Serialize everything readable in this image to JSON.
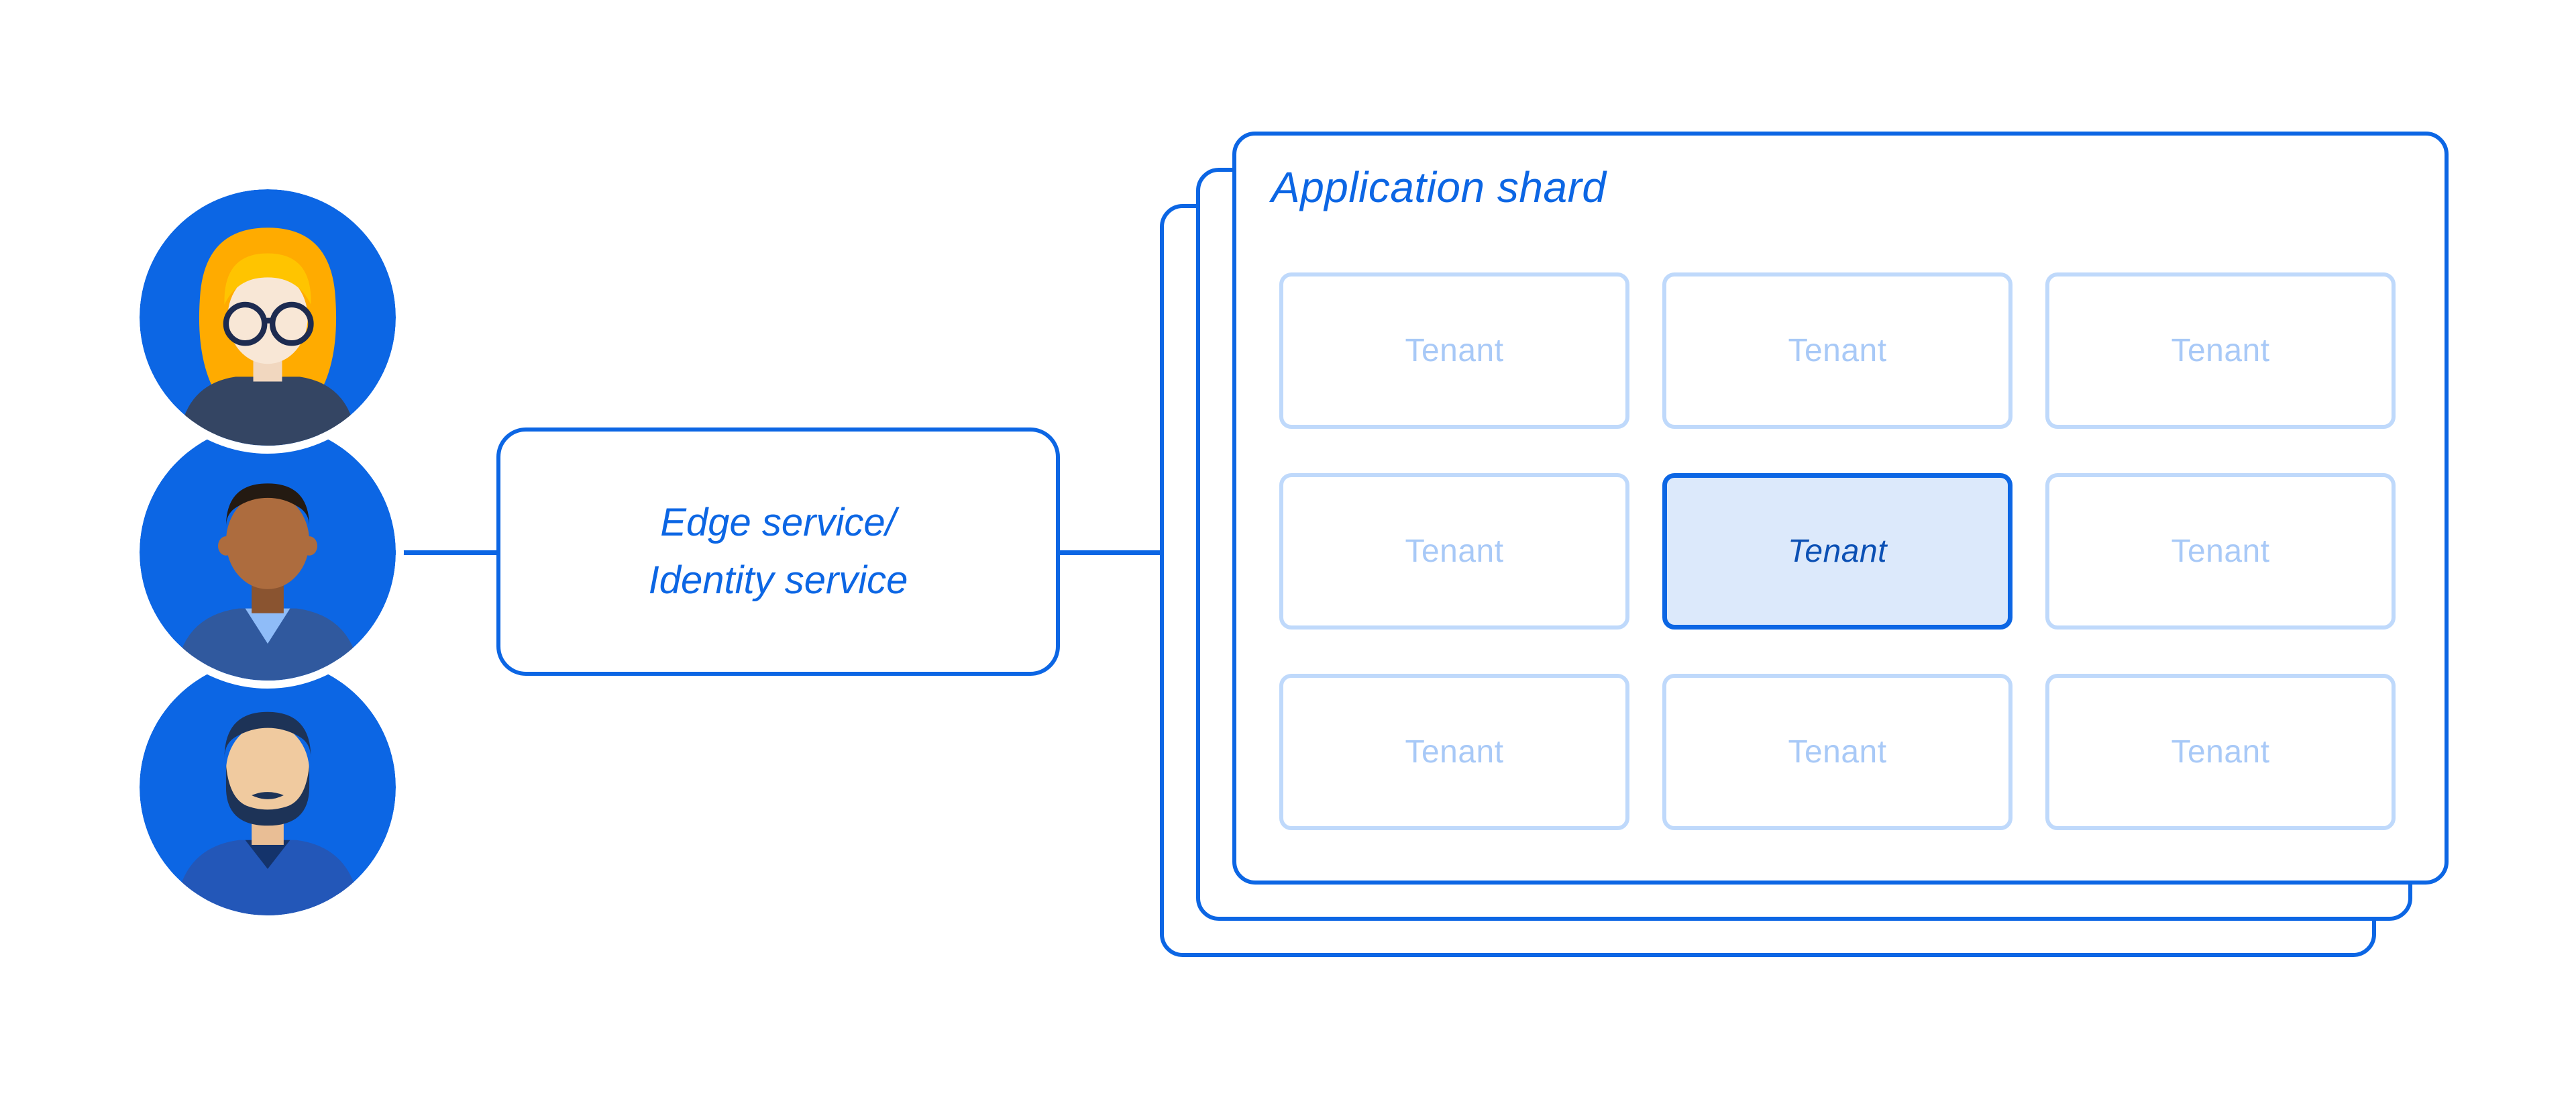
{
  "users": [
    {
      "icon": "avatar-woman-glasses-icon"
    },
    {
      "icon": "avatar-man-icon"
    },
    {
      "icon": "avatar-man-beard-icon"
    }
  ],
  "edge_service": {
    "line1": "Edge service/",
    "line2": "Identity service"
  },
  "application_shard": {
    "title": "Application shard",
    "stack_count": 3,
    "tenants": [
      {
        "label": "Tenant",
        "highlighted": false
      },
      {
        "label": "Tenant",
        "highlighted": false
      },
      {
        "label": "Tenant",
        "highlighted": false
      },
      {
        "label": "Tenant",
        "highlighted": false
      },
      {
        "label": "Tenant",
        "highlighted": true
      },
      {
        "label": "Tenant",
        "highlighted": false
      },
      {
        "label": "Tenant",
        "highlighted": false
      },
      {
        "label": "Tenant",
        "highlighted": false
      },
      {
        "label": "Tenant",
        "highlighted": false
      }
    ]
  },
  "colors": {
    "primary_blue": "#0C66E4",
    "tenant_border_light": "#BFD9FB",
    "tenant_text_light": "#A8C9F7",
    "tenant_highlight_bg": "#DCE9FB",
    "tenant_highlight_text": "#0B50B4",
    "background": "#FFFFFF"
  }
}
